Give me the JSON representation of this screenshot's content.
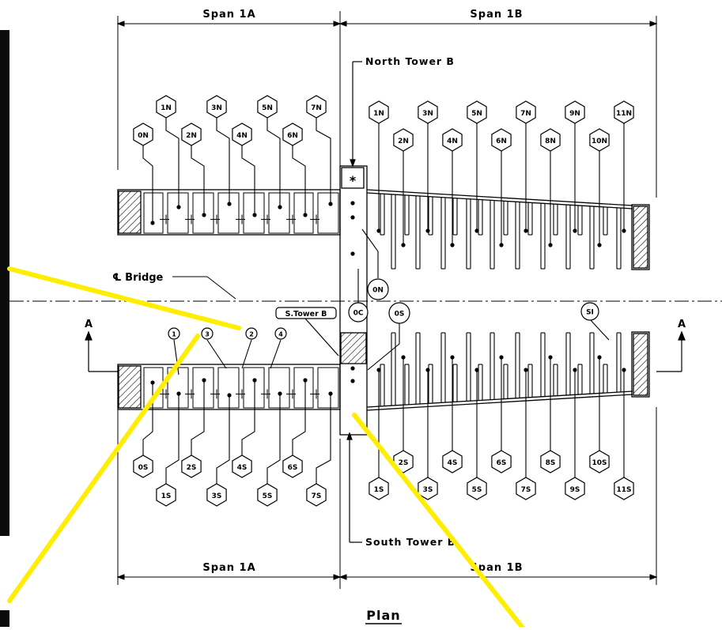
{
  "spans": {
    "top_left": "Span 1A",
    "top_right": "Span 1B",
    "bottom_left": "Span 1A",
    "bottom_right": "Span 1B"
  },
  "towers": {
    "north": "North Tower B",
    "south": "South Tower B",
    "s_tower_tag": "S.Tower B"
  },
  "bridge_centerline": "℄ Bridge",
  "section_markers": {
    "left": "A",
    "right": "A"
  },
  "plan_title": "Plan",
  "tower_box_symbol": "*",
  "north_1a": [
    "0N",
    "1N",
    "2N",
    "3N",
    "4N",
    "5N",
    "6N",
    "7N"
  ],
  "north_1b": [
    "1N",
    "2N",
    "3N",
    "4N",
    "5N",
    "6N",
    "7N",
    "8N",
    "9N",
    "10N",
    "11N"
  ],
  "south_1a": [
    "0S",
    "1S",
    "2S",
    "3S",
    "4S",
    "5S",
    "6S",
    "7S"
  ],
  "south_1b": [
    "1S",
    "2S",
    "3S",
    "4S",
    "5S",
    "6S",
    "7S",
    "8S",
    "9S",
    "10S",
    "11S"
  ],
  "center_tags": [
    "0N",
    "0C",
    "0S"
  ],
  "si_tag": "SI",
  "circle_markers": [
    "1",
    "3",
    "2",
    "4"
  ],
  "colors": {
    "highlight": "#ffee00",
    "line": "#000000",
    "side_panel": "#0b0b0b"
  }
}
